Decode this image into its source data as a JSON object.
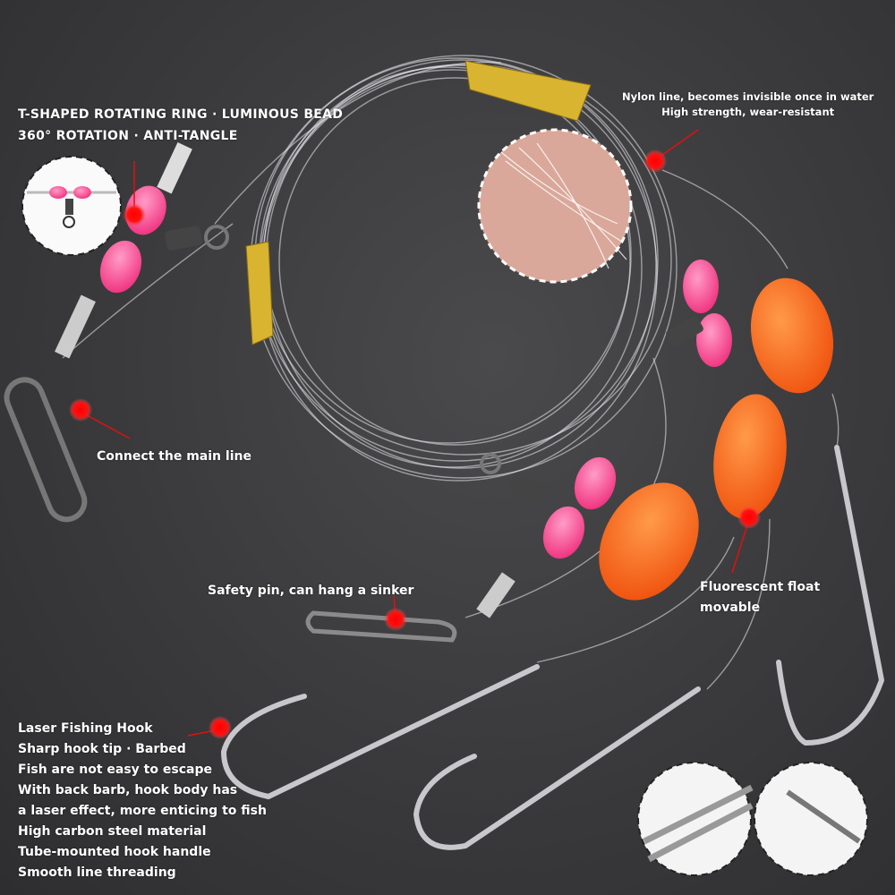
{
  "labels": {
    "rotating_ring": [
      "T-SHAPED ROTATING RING · LUMINOUS BEAD",
      "360° ROTATION · ANTI-TANGLE"
    ],
    "nylon_line": [
      "Nylon line, becomes invisible once in water",
      "High strength, wear-resistant"
    ],
    "main_line": "Connect the main line",
    "safety_pin": "Safety pin, can hang a sinker",
    "float": [
      "Fluorescent float",
      "movable"
    ],
    "hook": [
      "Laser Fishing Hook",
      "Sharp hook tip · Barbed",
      "Fish are not easy to escape",
      "With back barb, hook body has",
      "a laser effect, more enticing to fish",
      "High carbon steel material",
      "Tube-mounted hook handle",
      "Smooth line threading"
    ]
  },
  "colors": {
    "background": "#3a3a3c",
    "marker": "#ff1010",
    "bead": "#ff3d8f",
    "float": "#ff6a1a",
    "tape": "#d8b430"
  }
}
